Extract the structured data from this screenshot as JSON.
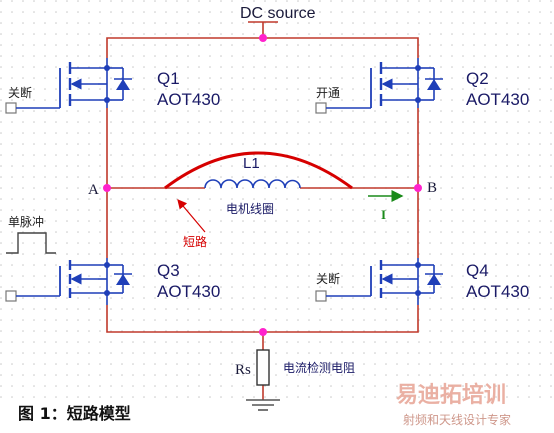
{
  "source": {
    "label": "DC source"
  },
  "nodes": {
    "a": "A",
    "b": "B"
  },
  "switches": {
    "q1": {
      "name": "Q1",
      "part": "AOT430",
      "state": "关断"
    },
    "q2": {
      "name": "Q2",
      "part": "AOT430",
      "state": "开通"
    },
    "q3": {
      "name": "Q3",
      "part": "AOT430",
      "signal": "单脉冲"
    },
    "q4": {
      "name": "Q4",
      "part": "AOT430",
      "state": "关断"
    }
  },
  "motor": {
    "name": "L1",
    "label": "电机线圈"
  },
  "short_label": "短路",
  "current_label": "I",
  "shunt": {
    "name": "Rs",
    "label": "电流检测电阻"
  },
  "caption": "图 1：短路模型",
  "watermark": {
    "line1": "易迪拓培训",
    "line2": "射频和天线设计专家"
  },
  "colors": {
    "wire": "#c0392b",
    "node": "#ff22cc",
    "device": "#1f3fb8",
    "short": "#d60000",
    "arrow": "#1a8a1a"
  }
}
